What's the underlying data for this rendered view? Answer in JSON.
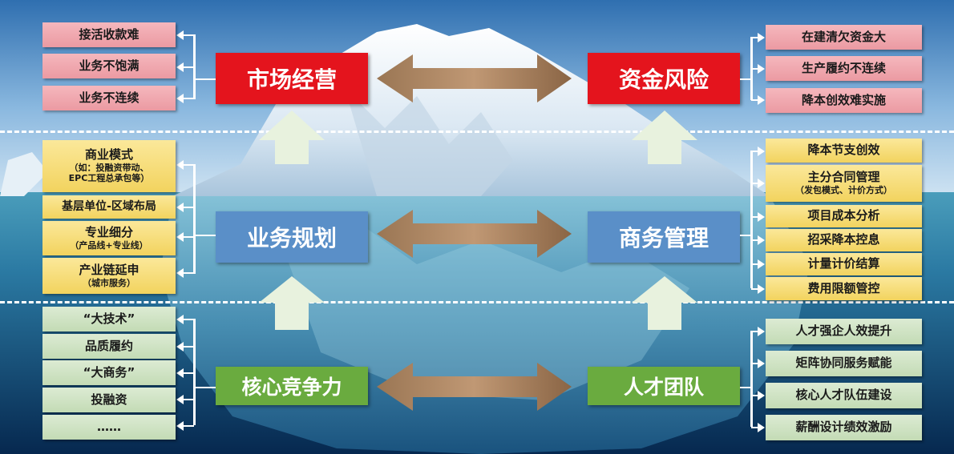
{
  "left_column": {
    "market_issues": [
      {
        "text": "接活收款难"
      },
      {
        "text": "业务不饱满"
      },
      {
        "text": "业务不连续"
      }
    ],
    "planning_items": [
      {
        "text": "商业模式",
        "sub": "（如：投融资带动、",
        "sub2": "EPC工程总承包等）"
      },
      {
        "text": "基层单位-区域布局"
      },
      {
        "text": "专业细分",
        "sub": "（产品线+专业线）"
      },
      {
        "text": "产业链延申",
        "sub": "（城市服务）"
      }
    ],
    "competitiveness_items": [
      {
        "text": "“大技术”"
      },
      {
        "text": "品质履约"
      },
      {
        "text": "“大商务”"
      },
      {
        "text": "投融资"
      },
      {
        "text": "……"
      }
    ]
  },
  "center": {
    "market_operation": "市场经营",
    "funding_risk": "资金风险",
    "business_planning": "业务规划",
    "commercial_management": "商务管理",
    "core_competitiveness": "核心竞争力",
    "talent_team": "人才团队"
  },
  "right_column": {
    "risk_items": [
      {
        "text": "在建清欠资金大"
      },
      {
        "text": "生产履约不连续"
      },
      {
        "text": "降本创效难实施"
      }
    ],
    "commercial_items": [
      {
        "text": "降本节支创效"
      },
      {
        "text": "主分合同管理",
        "sub": "（发包模式、计价方式）"
      },
      {
        "text": "项目成本分析"
      },
      {
        "text": "招采降本控息"
      },
      {
        "text": "计量计价结算"
      },
      {
        "text": "费用限额管控"
      }
    ],
    "talent_items": [
      {
        "text": "人才强企人效提升"
      },
      {
        "text": "矩阵协同服务赋能"
      },
      {
        "text": "核心人才队伍建设"
      },
      {
        "text": "薪酬设计绩效激励"
      }
    ]
  },
  "colors": {
    "red_box": "#e4141d",
    "blue_box": "#5a8fc8",
    "green_box": "#6aab3f",
    "pink_item": "#eea3aa",
    "yellow_item": "#f5da6e",
    "green_item": "#cde2c1",
    "double_arrow": "#a07a52",
    "up_arrow": "#e8f2de"
  }
}
